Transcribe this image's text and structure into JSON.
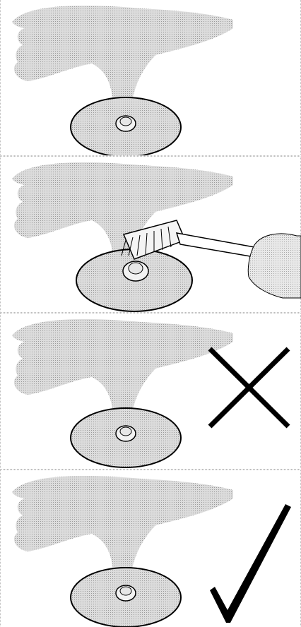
{
  "instruction_panels": [
    {
      "step": "dirty-joint",
      "overlay": "none"
    },
    {
      "step": "brush-cleaning",
      "overlay": "brush"
    },
    {
      "step": "residue-left",
      "overlay": "x-mark"
    },
    {
      "step": "clean-joint",
      "overlay": "check-mark"
    }
  ],
  "colors": {
    "background": "#ffffff",
    "arm_fill": "#c9c9c9",
    "disc_fill": "#d6d6d6",
    "outline": "#000000",
    "mark": "#000000"
  }
}
